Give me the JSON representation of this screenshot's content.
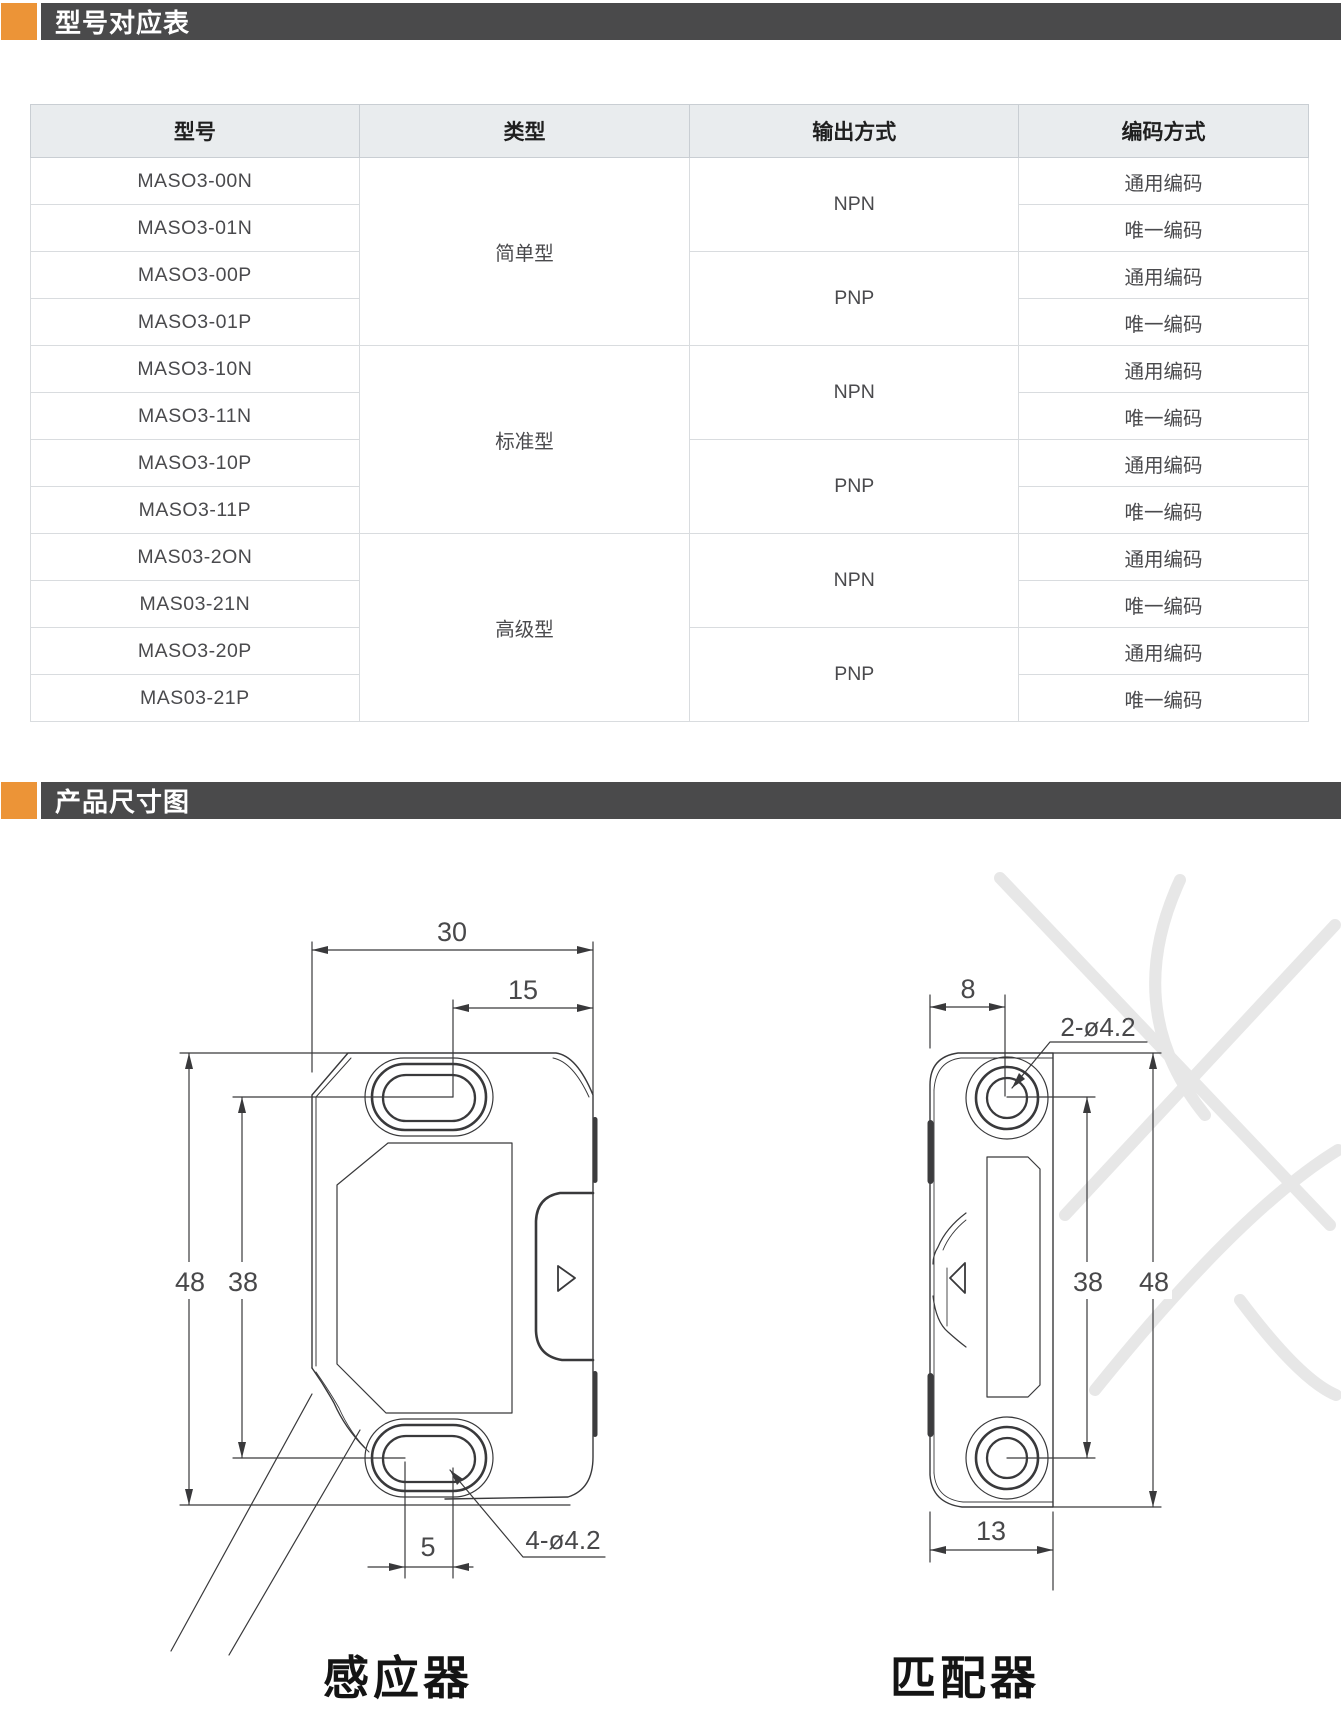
{
  "colors": {
    "accent_orange": "#EC9437",
    "bar_gray": "#4A4A4B",
    "table_header_bg": "#E9ECEE"
  },
  "section1": {
    "title": "型号对应表"
  },
  "section2": {
    "title": "产品尺寸图"
  },
  "table": {
    "headers": [
      "型号",
      "类型",
      "输出方式",
      "编码方式"
    ],
    "rows": [
      {
        "model": "MASO3-00N",
        "type": "简单型",
        "output": "NPN",
        "coding": "通用编码"
      },
      {
        "model": "MASO3-01N",
        "coding": "唯一编码"
      },
      {
        "model": "MASO3-00P",
        "output": "PNP",
        "coding": "通用编码"
      },
      {
        "model": "MASO3-01P",
        "coding": "唯一编码"
      },
      {
        "model": "MASO3-10N",
        "type": "标准型",
        "output": "NPN",
        "coding": "通用编码"
      },
      {
        "model": "MASO3-11N",
        "coding": "唯一编码"
      },
      {
        "model": "MASO3-10P",
        "output": "PNP",
        "coding": "通用编码"
      },
      {
        "model": "MASO3-11P",
        "coding": "唯一编码"
      },
      {
        "model": "MAS03-2ON",
        "type": "高级型",
        "output": "NPN",
        "coding": "通用编码"
      },
      {
        "model": "MAS03-21N",
        "coding": "唯一编码"
      },
      {
        "model": "MASO3-20P",
        "output": "PNP",
        "coding": "通用编码"
      },
      {
        "model": "MAS03-21P",
        "coding": "唯一编码"
      }
    ]
  },
  "drawings": {
    "sensor": {
      "caption": "感应器",
      "dim_width": "30",
      "dim_hole_offset": "15",
      "dim_height": "48",
      "dim_hole_pitch": "38",
      "dim_slot_pitch": "5",
      "hole_note": "4-ø4.2"
    },
    "matcher": {
      "caption": "匹配器",
      "dim_depth": "8",
      "hole_note": "2-ø4.2",
      "dim_hole_pitch": "38",
      "dim_height": "48",
      "dim_width": "13"
    }
  }
}
